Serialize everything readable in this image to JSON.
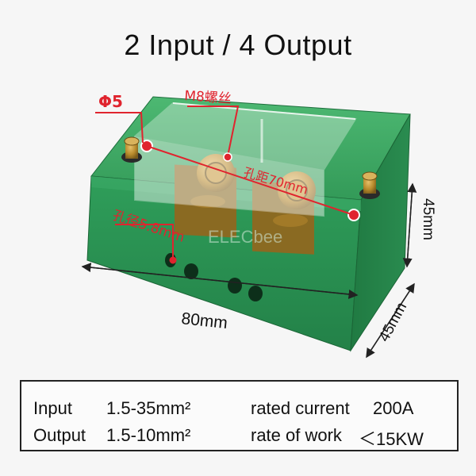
{
  "title": "2 Input / 4 Output",
  "annotations": {
    "hole_diameter_symbol": "Φ5",
    "screw_label": "M8螺丝",
    "hole_spacing": "孔距70mm",
    "hole_bore": "孔径5.8mm",
    "width": "80mm",
    "height": "45mm",
    "depth": "45mm"
  },
  "watermark": "ELECbee",
  "specs": {
    "input_label": "Input",
    "input_value": "1.5-35mm²",
    "output_label": "Output",
    "output_value": "1.5-10mm²",
    "current_label": "rated current",
    "current_value": "200A",
    "power_label": "rate of work",
    "power_value": "＜15KW"
  },
  "colors": {
    "box_green": "#2f9e5a",
    "annotation_red": "#e0242e",
    "brass": "#b88a2c"
  }
}
